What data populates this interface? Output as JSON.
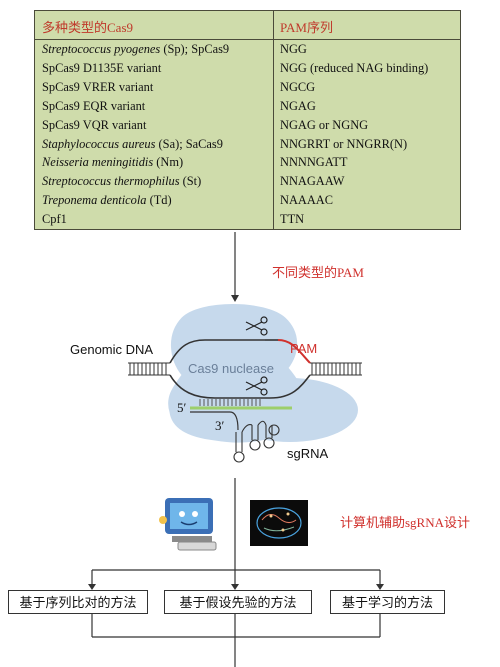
{
  "table": {
    "headers": [
      "多种类型的Cas9",
      "PAM序列"
    ],
    "rows": [
      {
        "cas": [
          {
            "t": "Streptococcus pyogenes",
            "i": true
          },
          {
            "t": " (Sp); SpCas9",
            "i": false
          }
        ],
        "pam": "NGG"
      },
      {
        "cas": [
          {
            "t": "SpCas9 D1135E variant",
            "i": false
          }
        ],
        "pam": "NGG (reduced NAG binding)"
      },
      {
        "cas": [
          {
            "t": "SpCas9 VRER variant",
            "i": false
          }
        ],
        "pam": "NGCG"
      },
      {
        "cas": [
          {
            "t": "SpCas9 EQR variant",
            "i": false
          }
        ],
        "pam": "NGAG"
      },
      {
        "cas": [
          {
            "t": "SpCas9 VQR variant",
            "i": false
          }
        ],
        "pam": "NGAG or NGNG"
      },
      {
        "cas": [
          {
            "t": "Staphylococcus aureus",
            "i": true
          },
          {
            "t": " (Sa); SaCas9",
            "i": false
          }
        ],
        "pam": "NNGRRT or NNGRR(N)"
      },
      {
        "cas": [
          {
            "t": "Neisseria meningitidis",
            "i": true
          },
          {
            "t": " (Nm)",
            "i": false
          }
        ],
        "pam": "NNNNGATT"
      },
      {
        "cas": [
          {
            "t": "Streptococcus thermophilus",
            "i": true
          },
          {
            "t": " (St)",
            "i": false
          }
        ],
        "pam": "NNAGAAW"
      },
      {
        "cas": [
          {
            "t": "Treponema denticola",
            "i": true
          },
          {
            "t": " (Td)",
            "i": false
          }
        ],
        "pam": "NAAAAC"
      },
      {
        "cas": [
          {
            "t": "Cpf1",
            "i": false
          }
        ],
        "pam": "TTN"
      }
    ]
  },
  "labels": {
    "pam_types": "不同类型的PAM",
    "genomic_dna": "Genomic DNA",
    "cas9_nuclease": "Cas9 nuclease",
    "pam": "PAM",
    "five_prime": "5′",
    "three_prime": "3′",
    "sgrna": "sgRNA",
    "computer_aided": "计算机辅助sgRNA设计"
  },
  "methods": [
    "基于序列比对的方法",
    "基于假设先验的方法",
    "基于学习的方法"
  ],
  "colors": {
    "table_bg": "#cfdcab",
    "header_text": "#c0392b",
    "blob": "#c6d9ec",
    "pam_red": "#d0312d",
    "guide_green": "#9dcf6a"
  }
}
